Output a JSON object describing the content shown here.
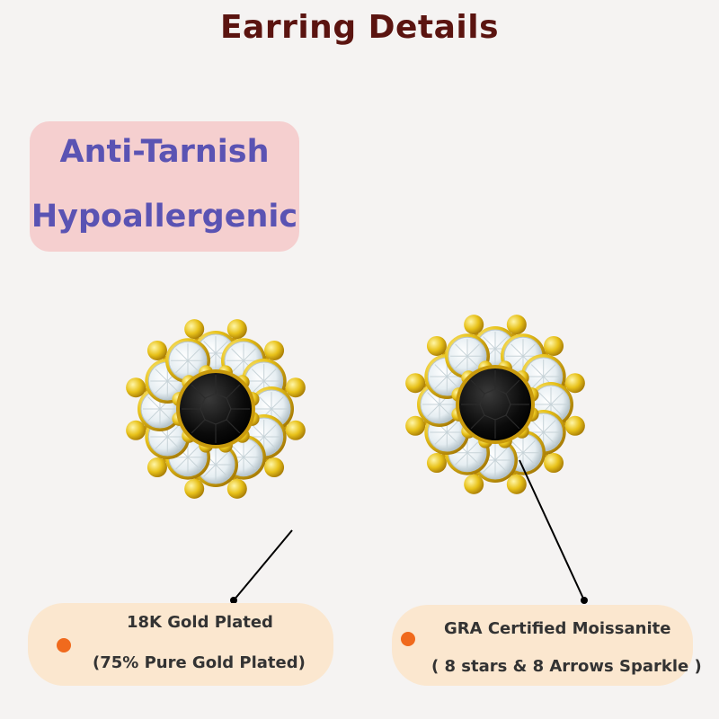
{
  "title": "Earring Details",
  "features": [
    "Anti-Tarnish",
    "Hypoallergenic"
  ],
  "callouts": [
    {
      "line1": "18K Gold Plated",
      "line2": "(75% Pure Gold Plated)"
    },
    {
      "line1": "GRA Certified Moissanite",
      "line2": "( 8 stars & 8 Arrows Sparkle )"
    }
  ],
  "colors": {
    "title": "#5b1410",
    "feature_text": "#5a53b3",
    "feature_bg": "#f5cfcf",
    "callout_bg": "#fbe7cf",
    "bullet": "#f06a1d",
    "gold": "#e8c21a",
    "center_stone": "#0b0b0b",
    "halo_stone": "#e6eef2"
  }
}
